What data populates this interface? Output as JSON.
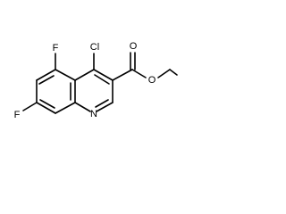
{
  "molecule": {
    "atoms": {
      "f_top": "F",
      "f_left": "F",
      "cl": "Cl",
      "n": "N",
      "o_carbonyl": "O",
      "o_ester": "O"
    },
    "colors": {
      "bond": "#000000",
      "label": "#000000",
      "background": "#ffffff"
    }
  }
}
